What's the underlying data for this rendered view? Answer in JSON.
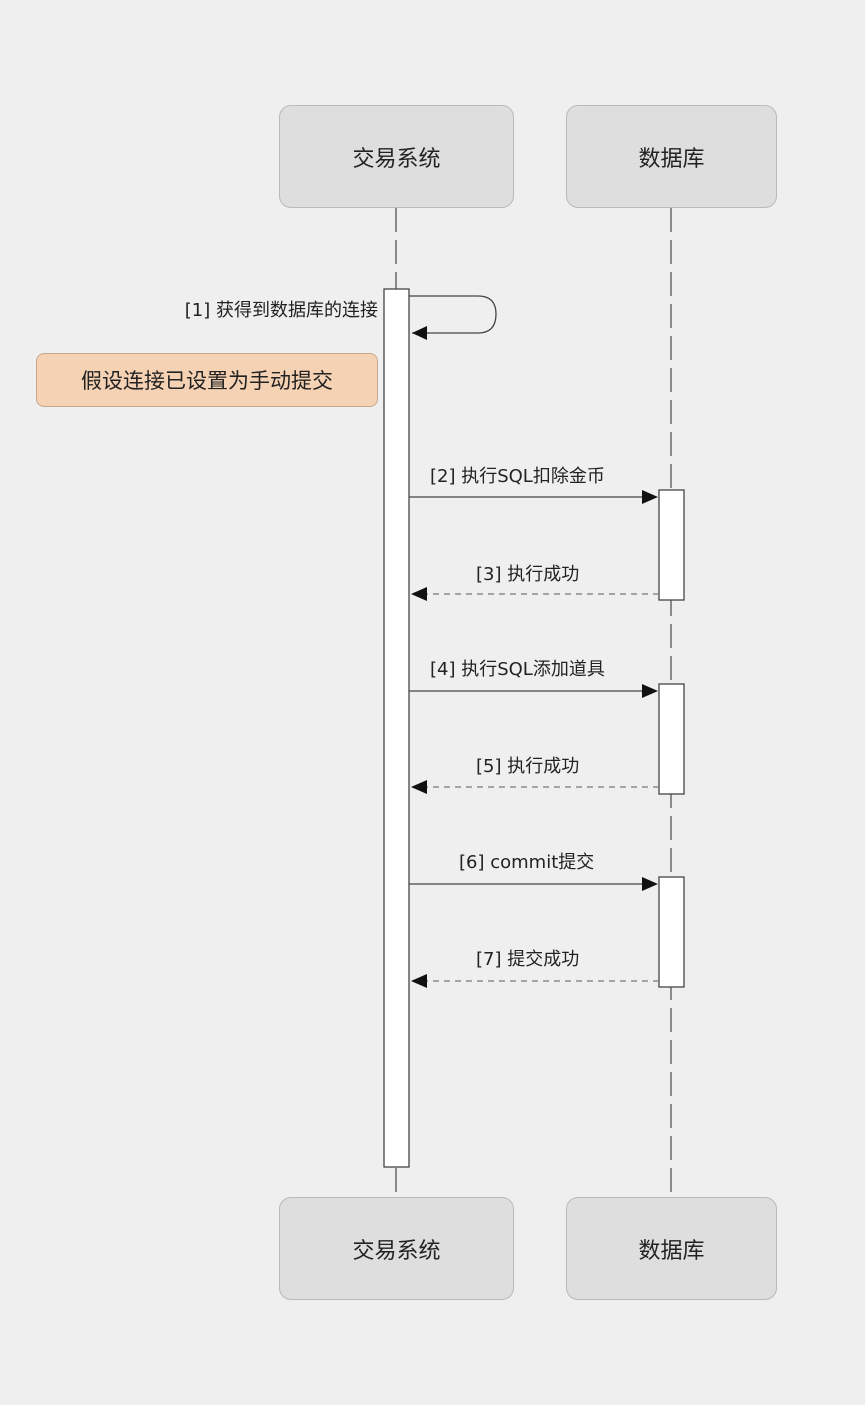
{
  "participants": {
    "trade_system": "交易系统",
    "database": "数据库"
  },
  "note": "假设连接已设置为手动提交",
  "messages": [
    {
      "label": "[1] 获得到数据库的连接",
      "type": "self-call"
    },
    {
      "label": "[2] 执行SQL扣除金币",
      "type": "sync"
    },
    {
      "label": "[3] 执行成功",
      "type": "reply"
    },
    {
      "label": "[4] 执行SQL添加道具",
      "type": "sync"
    },
    {
      "label": "[5] 执行成功",
      "type": "reply"
    },
    {
      "label": "[6] commit提交",
      "type": "sync"
    },
    {
      "label": "[7] 提交成功",
      "type": "reply"
    }
  ],
  "colors": {
    "background": "#efefef",
    "participant_fill": "#dedede",
    "note_fill": "#f6d2b4",
    "line": "#444444"
  }
}
